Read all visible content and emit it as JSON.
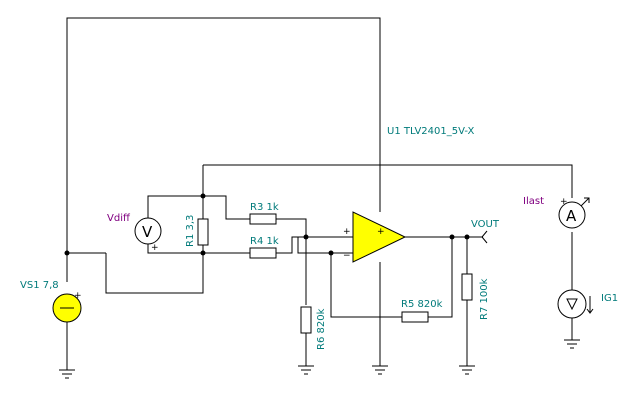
{
  "components": {
    "vs1": "VS1 7,8",
    "r1": "R1 3,3",
    "r3": "R3 1k",
    "r4": "R4 1k",
    "r5": "R5 820k",
    "r6": "R6 820k",
    "r7": "R7 100k",
    "u1": "U1 TLV2401_5V-X",
    "ig1": "IG1"
  },
  "meters": {
    "vdiff_label": "Vdiff",
    "vdiff_symbol": "V",
    "ilast_label": "Ilast",
    "ilast_symbol": "A"
  },
  "nets": {
    "vout": "VOUT"
  },
  "polarity": {
    "plus": "+",
    "minus": "−"
  },
  "colors": {
    "wire": "#000000",
    "label": "#007a7a",
    "meter_label": "#800080",
    "opamp_fill": "#ffff00",
    "resistor_fill": "#ffffff"
  }
}
